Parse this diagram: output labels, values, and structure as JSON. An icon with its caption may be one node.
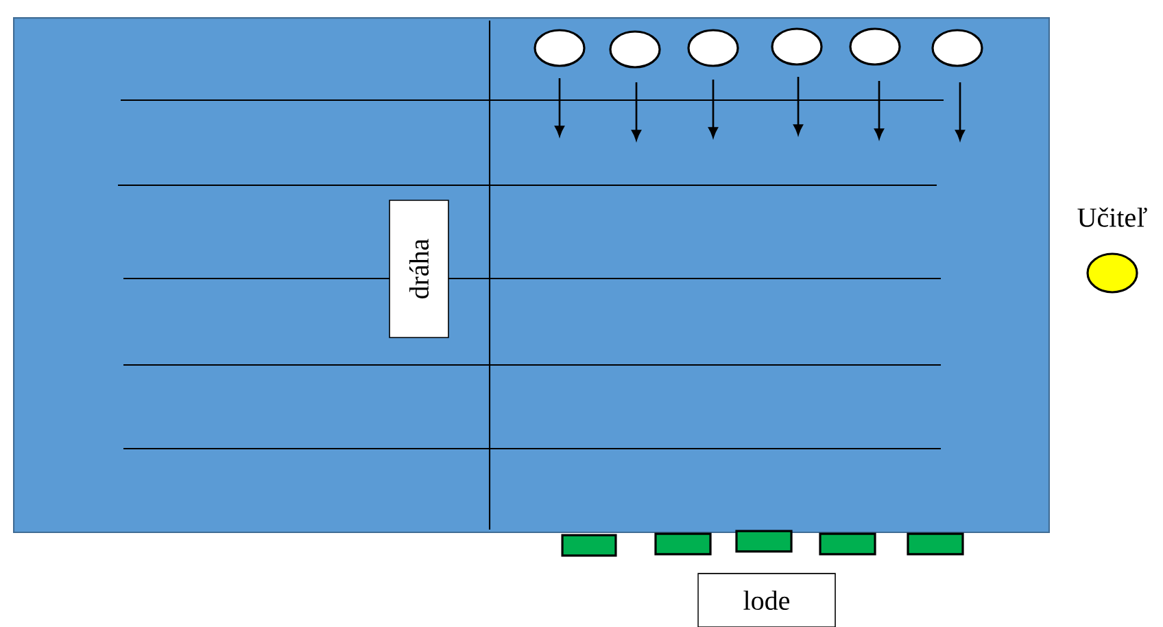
{
  "diagram": {
    "nodes": [
      {
        "text": [],
        "shape": "box"
      },
      {
        "text": [
          "dráha"
        ],
        "in": 0
      },
      {
        "text": [],
        "shape": "circle",
        "in": 0
      },
      {
        "text": [],
        "shape": "circle",
        "in": 0
      },
      {
        "text": [],
        "shape": "circle",
        "in": 0
      },
      {
        "text": [],
        "shape": "circle",
        "in": 0
      },
      {
        "text": [],
        "shape": "circle",
        "in": 0
      },
      {
        "text": [],
        "shape": "circle",
        "in": 0
      },
      {
        "text": [],
        "shape": "circle",
        "beside": [
          "Učiteľ"
        ]
      },
      {
        "text": [],
        "shape": "bar"
      },
      {
        "text": [],
        "shape": "bar"
      },
      {
        "text": [],
        "shape": "bar"
      },
      {
        "text": [],
        "shape": "bar"
      },
      {
        "text": [],
        "shape": "bar"
      },
      {
        "text": [
          "lode"
        ]
      }
    ]
  }
}
